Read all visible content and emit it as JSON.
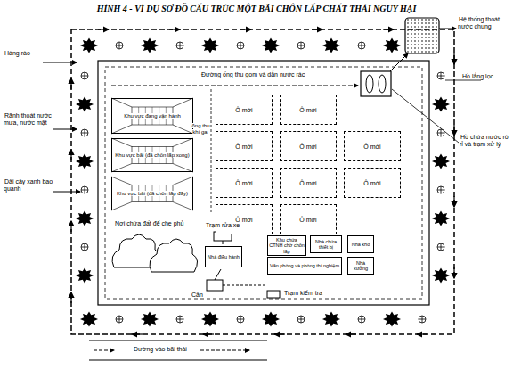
{
  "diagram": {
    "title": "HÌNH 4 - VÍ DỤ SƠ ĐỒ CẤU TRÚC MỘT BÃI CHÔN LẤP CHẤT THẢI NGUY HẠI",
    "nodes": [
      {
        "text": [
          "Khu vực đang vận hành"
        ]
      },
      {
        "text": [
          "Khu vực bãi (đã chôn lấp xong)"
        ]
      },
      {
        "text": [
          "Khu vực bãi (đã chôn lấp đầy)"
        ]
      },
      {
        "text": [
          "Ô mới"
        ]
      },
      {
        "text": [
          "Ô mới"
        ]
      },
      {
        "text": [
          "Ô mới"
        ]
      },
      {
        "text": [
          "Ô mới"
        ]
      },
      {
        "text": [
          "Ô mới"
        ]
      },
      {
        "text": [
          "Ô mới"
        ]
      },
      {
        "text": [
          "Ô mới"
        ]
      },
      {
        "text": [
          "Ô mới"
        ]
      },
      {
        "text": [
          "Ô mới"
        ]
      },
      {
        "text": [
          "Ô mới"
        ]
      },
      {
        "text": [
          "Nhà điều hành"
        ]
      },
      {
        "text": [
          "Khu chứa CTNH chờ chôn lấp"
        ]
      },
      {
        "text": [
          "Nhà chứa thiết bị"
        ]
      },
      {
        "text": [
          "Văn phòng và phòng thí nghiệm"
        ]
      },
      {
        "text": [
          "Nhà kho"
        ]
      },
      {
        "text": [
          "Nhà xưởng"
        ]
      }
    ],
    "labels": [
      "Hàng rào",
      "Rãnh thoát nước mưa, nước mặt",
      "Dải cây xanh bao quanh",
      "Đường vào bãi thải",
      "Hệ thống thoát nước chung",
      "Hồ lắng lọc",
      "Hồ chứa nước rò rỉ và trạm xử lý",
      "Đường ống thu gom và dẫn nước rác",
      "ống thu khí ga",
      "Nơi chứa đất để che phủ",
      "Trạm rửa xe",
      "Cân",
      "Trạm kiểm tra"
    ]
  }
}
